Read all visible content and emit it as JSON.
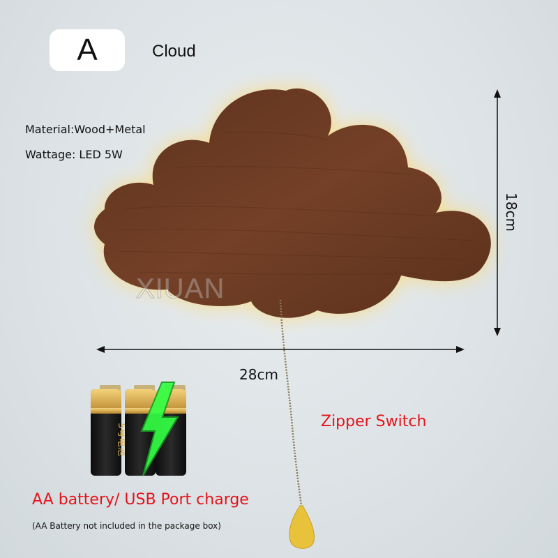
{
  "variant": {
    "letter": "A",
    "name": "Cloud"
  },
  "specs": {
    "material": "Material:Wood+Metal",
    "wattage": "Wattage: LED 5W"
  },
  "dimensions": {
    "width": "28cm",
    "height": "18cm"
  },
  "watermark": "XIUAN",
  "features": {
    "switch": "Zipper Switch",
    "power": "AA battery/ USB Port charge",
    "note": "(AA Battery not included in the package box)"
  },
  "battery_print": "5号电池",
  "colors": {
    "wood": "#6a3a22",
    "glow": "#ffd86a",
    "accent_red": "#e4141c",
    "bolt_green": "#33ff44"
  }
}
